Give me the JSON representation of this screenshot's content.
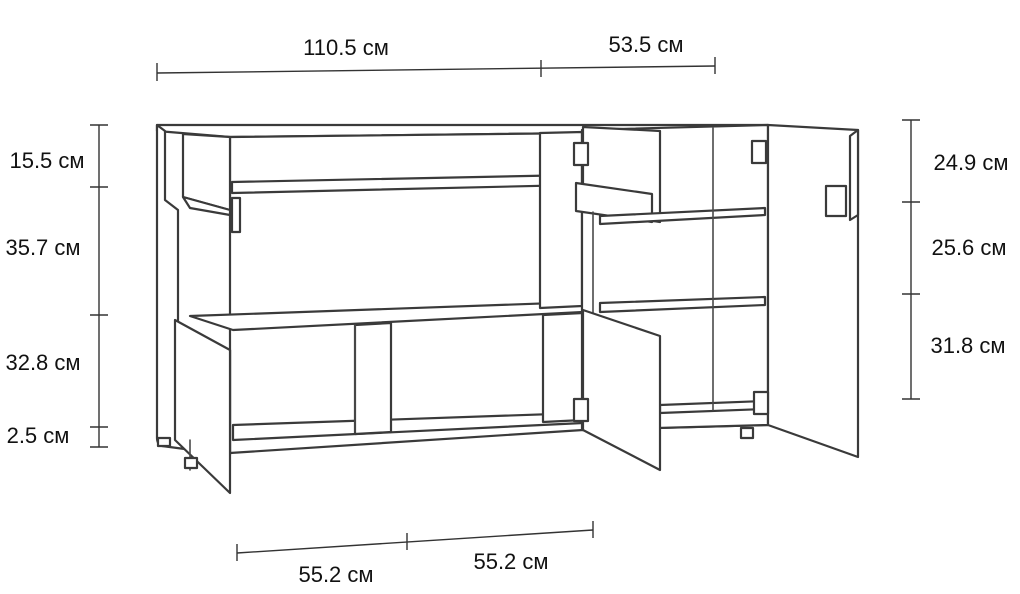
{
  "figure": {
    "subject": "sideboard-dimension-drawing",
    "colors": {
      "line": "#3a3a3a",
      "text": "#111111",
      "background": "#ffffff"
    }
  },
  "dimensions": {
    "top_width_left": "110.5 см",
    "top_width_right": "53.5 см",
    "left_h1": "15.5 см",
    "left_h2": "35.7 см",
    "left_h3": "32.8 см",
    "left_h4": "2.5 см",
    "right_h1": "24.9 см",
    "right_h2": "25.6 см",
    "right_h3": "31.8 см",
    "bottom_w1": "55.2 см",
    "bottom_w2": "55.2 см"
  }
}
